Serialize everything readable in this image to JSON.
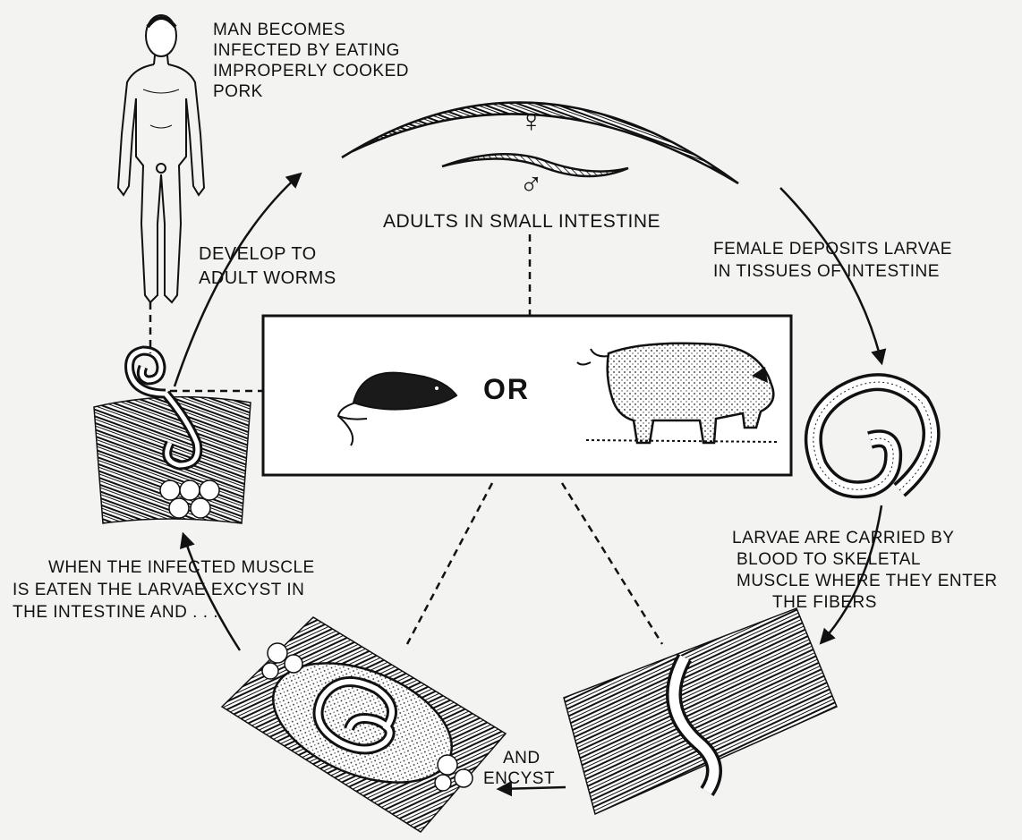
{
  "labels": {
    "man_infected": [
      "MAN BECOMES",
      "INFECTED BY EATING",
      "IMPROPERLY COOKED",
      "PORK"
    ],
    "adults": "ADULTS IN SMALL INTESTINE",
    "develop": [
      "DEVELOP TO",
      "ADULT WORMS"
    ],
    "female_deposits": [
      "FEMALE DEPOSITS LARVAE",
      "IN TISSUES OF INTESTINE"
    ],
    "larvae_carried": [
      "LARVAE ARE CARRIED BY",
      "BLOOD TO SKELETAL",
      "MUSCLE WHERE THEY ENTER",
      "THE FIBERS"
    ],
    "infected_muscle": [
      "WHEN THE INFECTED MUSCLE",
      "IS EATEN THE LARVAE EXCYST IN",
      "THE INTESTINE AND . . ."
    ],
    "encyst": [
      "AND",
      "ENCYST"
    ],
    "or": "OR",
    "female_symbol": "♀",
    "male_symbol": "♂"
  },
  "colors": {
    "ink": "#111111",
    "paper": "#f3f3f2",
    "box": "#ffffff"
  }
}
